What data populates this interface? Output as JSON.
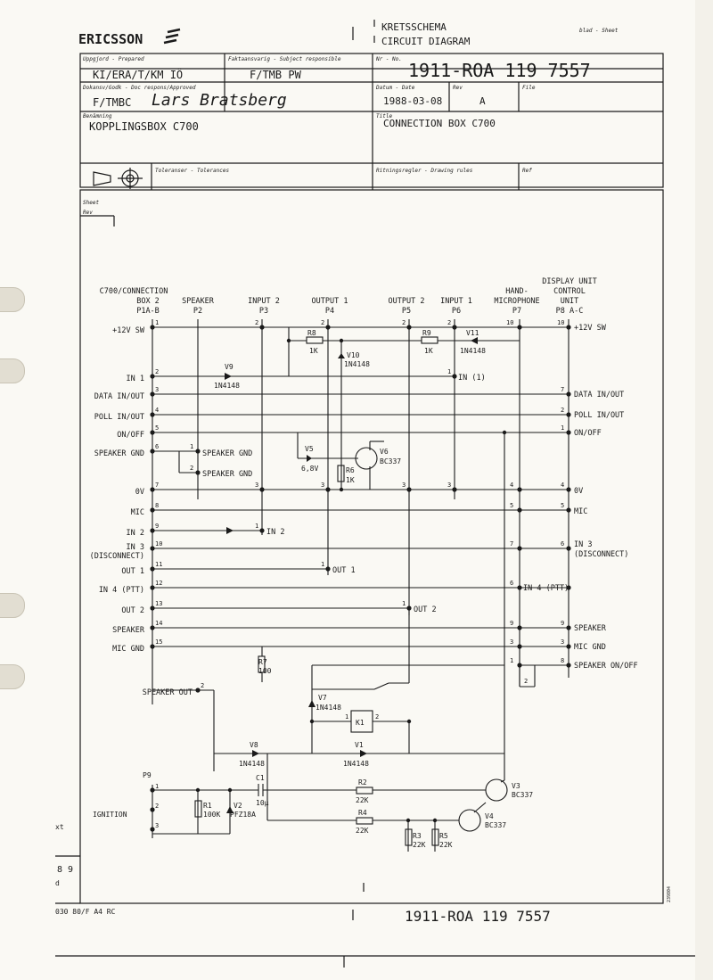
{
  "header": {
    "logo": "ERICSSON",
    "kind_sv": "KRETSSCHEMA",
    "kind_en": "CIRCUIT DIAGRAM",
    "sheet_label": "blad - Sheet",
    "prepared_label": "Uppgjord - Prepared",
    "prepared_value": "KI/ERA/T/KM IÖ",
    "subject_label": "Faktaansvarig - Subject responsible",
    "subject_value": "F/TMB PW",
    "no_label": "Nr - No.",
    "doc_number": "1911-ROA 119 7557",
    "approved_label": "Dokansv/Godk - Doc respons/Approved",
    "approved_value": "F/TMBC",
    "signature": "Lars Bratsberg",
    "date_label": "Datum - Date",
    "date_value": "1988-03-08",
    "rev_label": "Rev",
    "rev_value": "A",
    "file_label": "File",
    "name_label": "Benämning",
    "name_value": "KOPPLINGSBOX C700",
    "title_label": "Title",
    "title_value": "CONNECTION BOX C700",
    "tolerances_label": "Toleranser - Tolerances",
    "drawing_rules_label": "Ritningsregler - Drawing rules",
    "ref_label": "Ref",
    "sheet_small": "Sheet",
    "rev_small": "Rev"
  },
  "columns": {
    "left": [
      "C700/CONNECTION",
      "BOX 2",
      "P1A-B"
    ],
    "speaker": [
      "SPEAKER",
      "P2"
    ],
    "input2": [
      "INPUT 2",
      "P3"
    ],
    "output1": [
      "OUTPUT 1",
      "P4"
    ],
    "output2": [
      "OUTPUT 2",
      "P5"
    ],
    "input1": [
      "INPUT 1",
      "P6"
    ],
    "handmic": [
      "HAND-",
      "MICROPHONE",
      "P7"
    ],
    "display": [
      "DISPLAY UNIT",
      "CONTROL",
      "UNIT",
      "P8 A-C"
    ]
  },
  "left_signals": {
    "s1": "+12V SW",
    "s2": "IN 1",
    "s3": "DATA IN/OUT",
    "s4": "POLL IN/OUT",
    "s5": "ON/OFF",
    "s6": "SPEAKER GND",
    "s7": "0V",
    "s8": "MIC",
    "s9": "IN 2",
    "s10a": "IN 3",
    "s10b": "(DISCONNECT)",
    "s11": "OUT 1",
    "s12": "IN 4 (PTT)",
    "s13": "OUT 2",
    "s14": "SPEAKER",
    "s15": "MIC GND",
    "s16": "SPEAKER OUT"
  },
  "right_signals": {
    "r1": "+12V SW",
    "r2": "DATA IN/OUT",
    "r3": "POLL IN/OUT",
    "r4": "ON/OFF",
    "r5": "0V",
    "r6": "MIC",
    "r7a": "IN 3",
    "r7b": "(DISCONNECT)",
    "r8": "IN 4 (PTT)",
    "r9": "SPEAKER",
    "r10": "MIC GND",
    "r11": "SPEAKER ON/OFF"
  },
  "inline_labels": {
    "spk_gnd1": "SPEAKER GND",
    "spk_gnd2": "SPEAKER GND",
    "in2": "IN 2",
    "in1": "IN (1)",
    "out1": "OUT 1",
    "out2": "OUT 2",
    "in4": "IN 4 (PTT)"
  },
  "pins": {
    "l1": "1",
    "l2": "2",
    "l3": "3",
    "l4": "4",
    "l5": "5",
    "l6": "6",
    "l7": "7",
    "l8": "8",
    "l9": "9",
    "l10": "10",
    "l11": "11",
    "l12": "12",
    "l13": "13",
    "l14": "14",
    "l15": "15",
    "l16": "2",
    "p2a": "1",
    "p2b": "2",
    "p3a": "2",
    "p3b": "3",
    "p3c": "1",
    "p4a": "2",
    "p4b": "3",
    "p4c": "1",
    "p5a": "2",
    "p5b": "3",
    "p5c": "1",
    "p6a": "2",
    "p6b": "3",
    "p6c": "1",
    "p7a": "10",
    "p7b": "4",
    "p7c": "5",
    "p7d": "7",
    "p7e": "6",
    "p7f": "9",
    "p7g": "3",
    "p7h": "1",
    "p7i": "2",
    "p8a": "10",
    "p8b": "7",
    "p8c": "2",
    "p8d": "1",
    "p8e": "4",
    "p8f": "5",
    "p8g": "6",
    "p8h": "9",
    "p8i": "3",
    "p8j": "8",
    "p9a": "1",
    "p9b": "2",
    "p9c": "3",
    "k1a": "1",
    "k1b": "2"
  },
  "components": {
    "r8": [
      "R8",
      "1K"
    ],
    "r9": [
      "R9",
      "1K"
    ],
    "v11": [
      "V11",
      "1N4148"
    ],
    "v10": [
      "V10",
      "1N4148"
    ],
    "v9": [
      "V9",
      "1N4148"
    ],
    "v5": [
      "V5",
      "6,8V"
    ],
    "v6": [
      "V6",
      "BC337"
    ],
    "r6": [
      "R6",
      "1K"
    ],
    "r7": [
      "R7",
      "100"
    ],
    "v7": [
      "V7",
      "1N4148"
    ],
    "k1": "K1",
    "v8": [
      "V8",
      "1N4148"
    ],
    "v1": [
      "V1",
      "1N4148"
    ],
    "p9": "P9",
    "ignition": "IGNITION",
    "r1": [
      "R1",
      "100K"
    ],
    "v2": [
      "V2",
      "PFZ18A"
    ],
    "c1": [
      "C1",
      "10µ"
    ],
    "r2": [
      "R2",
      "22K"
    ],
    "r4": [
      "R4",
      "22K"
    ],
    "v3": [
      "V3",
      "BC337"
    ],
    "v4": [
      "V4",
      "BC337"
    ],
    "r3": [
      "R3",
      "22K"
    ],
    "r5": [
      "R5",
      "22K"
    ]
  },
  "footer": {
    "form": "030 80/F A4 RC",
    "doc_number": "1911-ROA 119 7557",
    "margin_a": "xt",
    "margin_b": "8 9",
    "margin_c": "d",
    "stamp": "239804"
  }
}
